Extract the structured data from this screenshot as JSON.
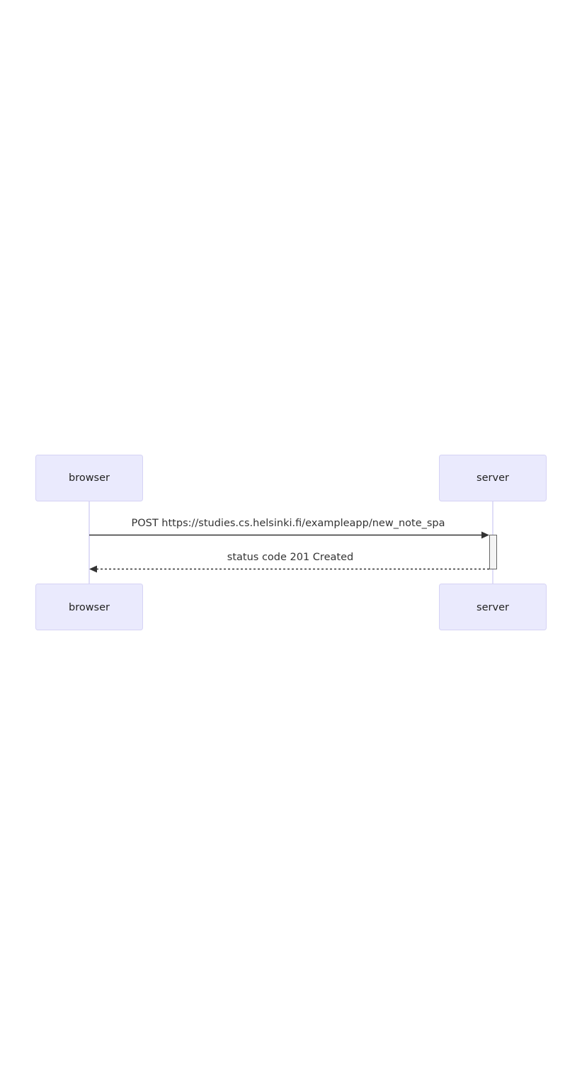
{
  "diagram": {
    "type": "sequence",
    "participants": [
      {
        "id": "browser",
        "label": "browser"
      },
      {
        "id": "server",
        "label": "server"
      }
    ],
    "messages": [
      {
        "from": "browser",
        "to": "server",
        "label": "POST https://studies.cs.helsinki.fi/exampleapp/new_note_spa",
        "style": "solid"
      },
      {
        "from": "server",
        "to": "browser",
        "label": "status code 201 Created",
        "style": "dashed"
      }
    ],
    "colors": {
      "actor_fill": "#eaeafd",
      "actor_border": "#d6d3f5",
      "lifeline": "#d6d3f5",
      "message": "#333333"
    }
  }
}
